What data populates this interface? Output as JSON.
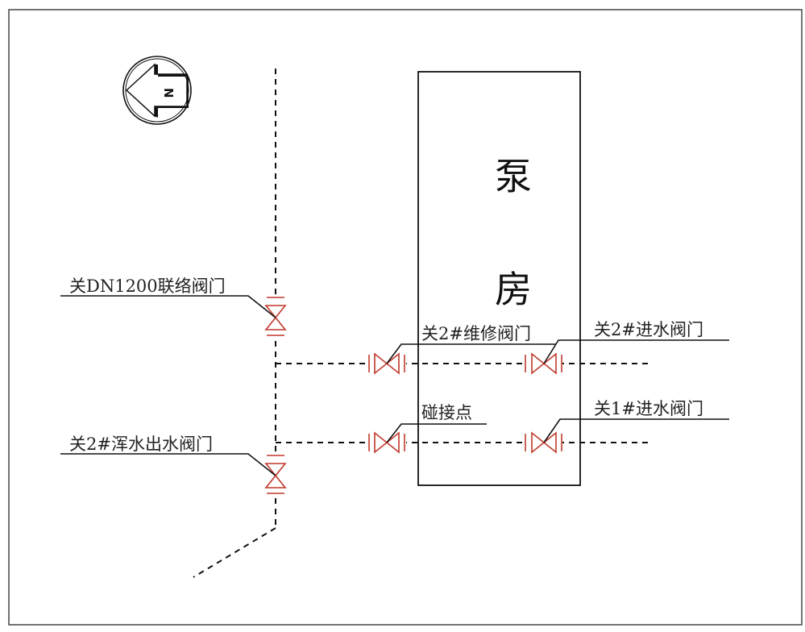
{
  "diagram": {
    "building_label_1": "泵",
    "building_label_2": "房",
    "compass_letter": "N",
    "labels": {
      "valve_dn1200": "关DN1200联络阀门",
      "valve_turbid_outlet": "关2#浑水出水阀门",
      "valve_maintenance_2": "关2#维修阀门",
      "valve_inlet_2": "关2#进水阀门",
      "tie_in_point": "碰接点",
      "valve_inlet_1": "关1#进水阀门"
    },
    "colors": {
      "valve": "#c0392b",
      "line": "#111111"
    }
  }
}
